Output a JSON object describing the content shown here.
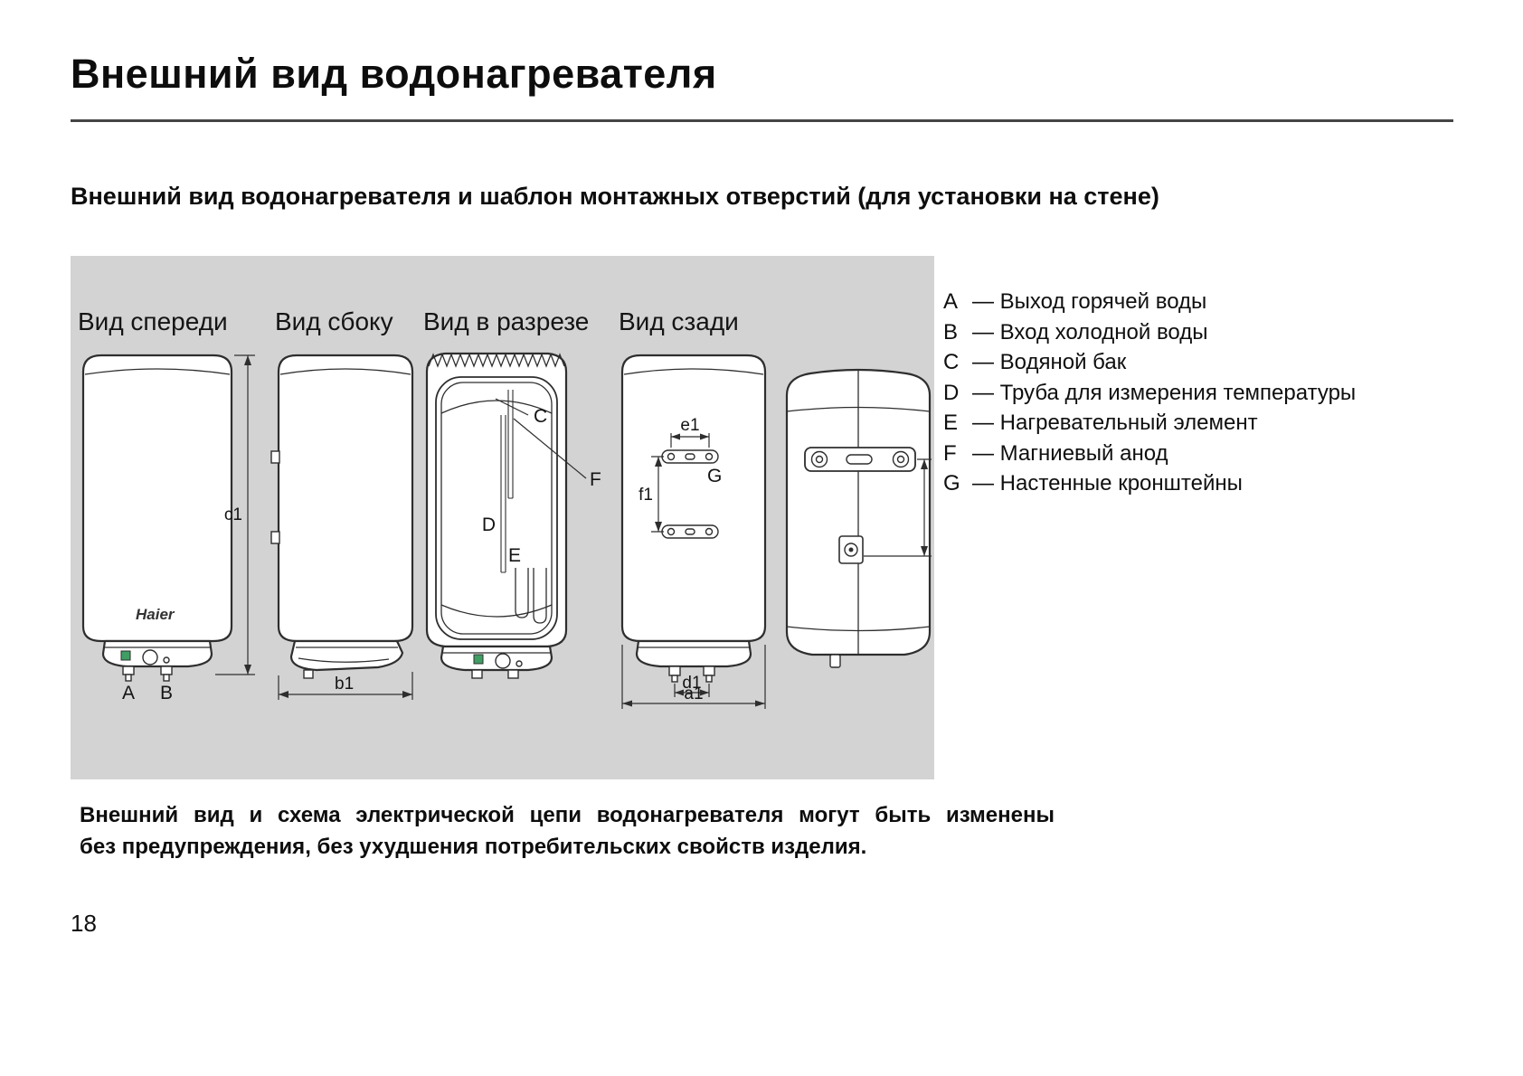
{
  "page": {
    "title": "Внешний вид водонагревателя",
    "subtitle": "Внешний вид водонагревателя и шаблон монтажных отверстий (для установки на стене)",
    "note_line1": "Внешний вид и схема электрической цепи водонагревателя могут быть изменены",
    "note_line2": "без предупреждения, без ухудшения потребительских свойств изделия.",
    "page_number": "18"
  },
  "views": {
    "front_title": "Вид спереди",
    "side_title": "Вид сбоку",
    "section_title": "Вид в разрезе",
    "rear_title": "Вид сзади"
  },
  "labels": {
    "brand": "Haier",
    "A": "A",
    "B": "B",
    "C": "C",
    "D": "D",
    "E": "E",
    "F": "F",
    "G": "G",
    "c1": "c1",
    "b1": "b1",
    "e1": "e1",
    "f1": "f1",
    "d1": "d1",
    "a1": "a1"
  },
  "legend": [
    {
      "key": "A",
      "text": "— Выход горячей воды"
    },
    {
      "key": "B",
      "text": "— Вход холодной воды"
    },
    {
      "key": "C",
      "text": "— Водяной бак"
    },
    {
      "key": "D",
      "text": "— Труба для измерения температуры"
    },
    {
      "key": "E",
      "text": "— Нагревательный элемент"
    },
    {
      "key": "F",
      "text": "— Магниевый анод"
    },
    {
      "key": "G",
      "text": "— Настенные кронштейны"
    }
  ],
  "colors": {
    "panel_bg": "#d3d3d3",
    "line": "#2e2e2e",
    "indicator_green": "#3f9e63"
  }
}
